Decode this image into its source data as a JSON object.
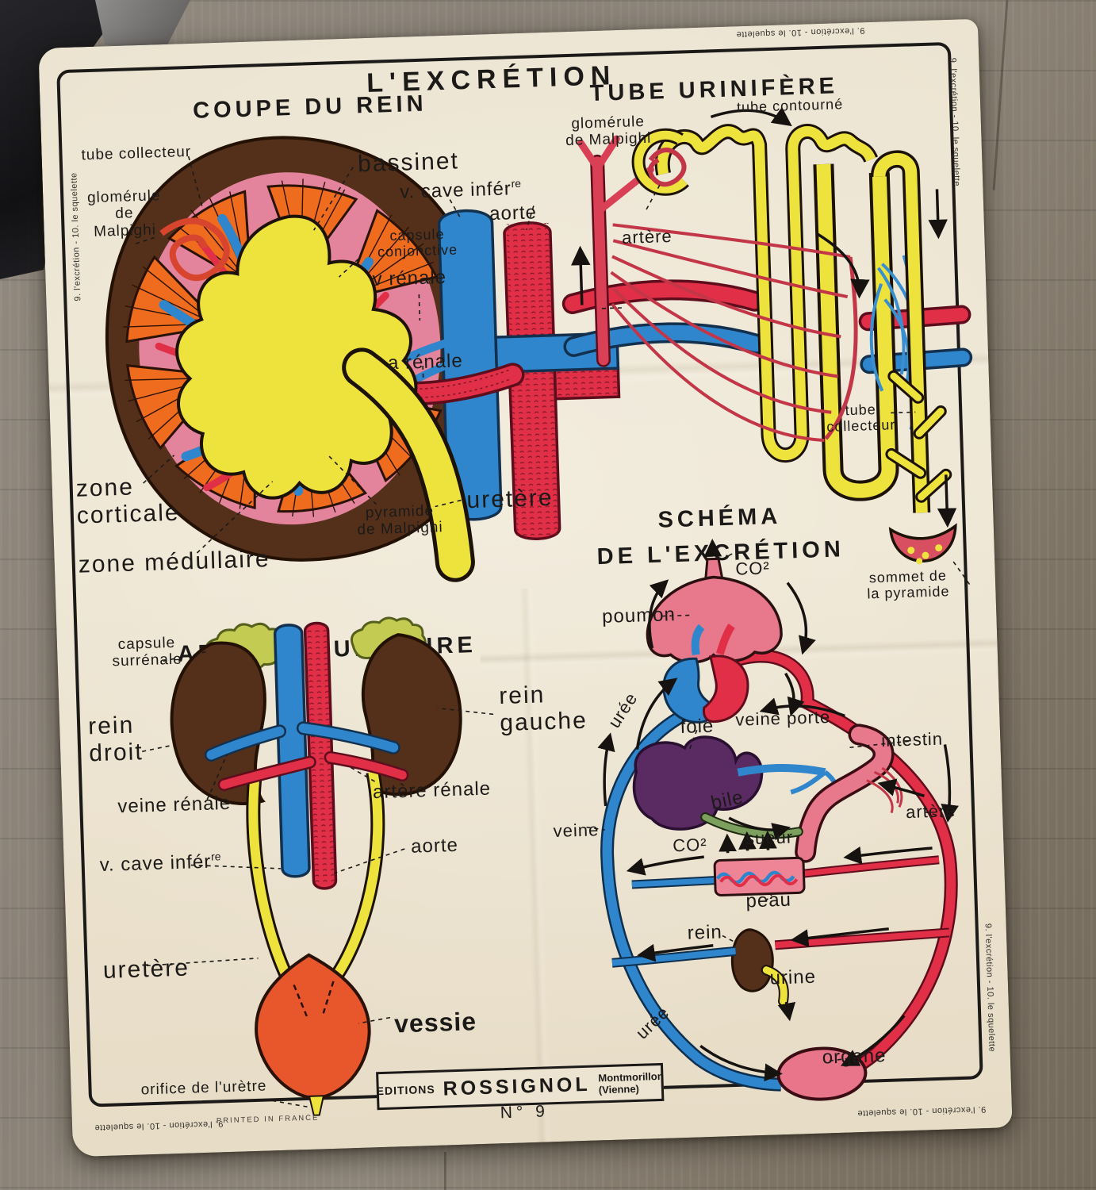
{
  "edge_text": "9. l'excrétion - 10. le squelette",
  "title": "L'EXCRÉTION",
  "palette": {
    "paper": "#ece4d1",
    "ink": "#1c1a18",
    "kidney_brown": "#54301b",
    "pyramid_orange": "#ef6b1d",
    "artery_red": "#e02f47",
    "vein_blue": "#2f86cc",
    "urine_yellow": "#eee23c",
    "cortex_pink": "#e4839c",
    "flesh_pink": "#e8798c",
    "liver_purple": "#5a2a62",
    "bile_green": "#7da05e",
    "adrenal_green": "#c3cb52",
    "bladder_orange": "#e8562c"
  },
  "coupe": {
    "header": "COUPE  DU  REIN",
    "labels": {
      "tube_collecteur": "tube   collecteur",
      "glomerule": "glomérule\nde\nMalpighi",
      "bassinet": "bassinet",
      "v_cave": "v.  cave  infér",
      "v_cave_sup": "re",
      "aorte": "aorte",
      "capsule_conjonctive": "capsule\nconjonctive",
      "v_renale": "v rénale",
      "a_renale": "a  rénale",
      "zone_corticale": "zone\ncorticale",
      "zone_medullaire": "zone  médullaire",
      "pyramide": "pyramide\nde  Malpighi",
      "uretere": "uretère"
    }
  },
  "tube": {
    "header": "TUBE  URINIFÈRE",
    "labels": {
      "glomerule": "glomérule\nde  Malpighi",
      "tube_contourne": "tube   contourné",
      "artere": "artère",
      "tube_collecteur": "tube\ncollecteur",
      "sommet": "sommet  de\nla  pyramide"
    }
  },
  "appareil": {
    "header": "APPAREIL   URINAIRE",
    "labels": {
      "capsule_surrenale": "capsule\nsurrénale",
      "rein_droit": "rein\ndroit",
      "rein_gauche": "rein\ngauche",
      "veine_renale": "veine  rénale",
      "artere_renale": "artère  rénale",
      "v_cave": "v.  cave  infér",
      "v_cave_sup": "re",
      "aorte": "aorte",
      "uretere": "uretère",
      "vessie": "vessie",
      "orifice": "orifice  de  l'urètre"
    }
  },
  "schema": {
    "header": "SCHÉMA\nDE  L'EXCRÉTION",
    "labels": {
      "co2_top": "CO²",
      "poumon": "poumon",
      "uree_haut": "urée",
      "foie": "foie",
      "veine_porte": "veine  porte",
      "intestin": "intestin",
      "bile": "bile",
      "veine": "veine",
      "artere": "artère",
      "co2_peau": "CO²",
      "sueur": "sueur",
      "peau": "peau",
      "rein": "rein",
      "urine": "urine",
      "uree_bas": "urée",
      "organe": "organe"
    }
  },
  "footer": {
    "editions": "EDITIONS",
    "publisher": "ROSSIGNOL",
    "location": "Montmorillon   (Vienne)",
    "number": "N° 9",
    "printed": "PRINTED  IN  FRANCE"
  }
}
